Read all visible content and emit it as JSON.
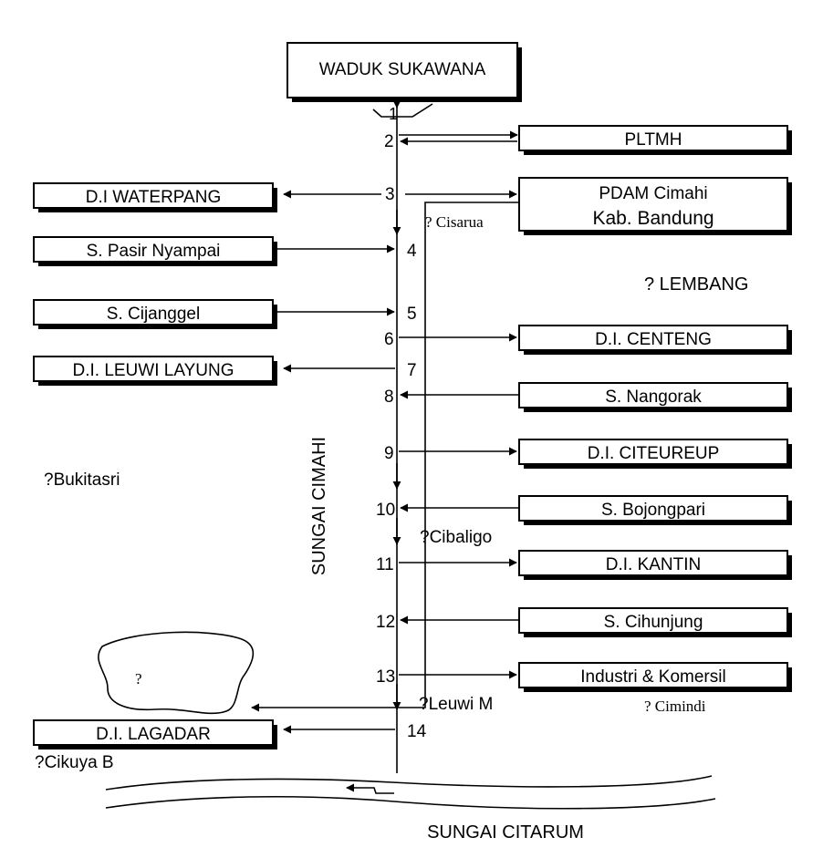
{
  "title": "WADUK SUKAWANA",
  "river_main": "SUNGAI CIMAHI",
  "river_outlet": "SUNGAI CITARUM",
  "nodes": [
    "1",
    "2",
    "3",
    "4",
    "5",
    "6",
    "7",
    "8",
    "9",
    "10",
    "11",
    "12",
    "13",
    "14"
  ],
  "boxes": {
    "pltmh": "PLTMH",
    "pdam_line1": "PDAM Cimahi",
    "pdam_line2": "Kab. Bandung",
    "waterpang": "D.I WATERPANG",
    "pasir_nyampai": "S. Pasir Nyampai",
    "cijanggel": "S. Cijanggel",
    "centeng": "D.I. CENTENG",
    "leuwi_layung": "D.I. LEUWI LAYUNG",
    "nangorak": "S. Nangorak",
    "citeureup": "D.I. CITEUREUP",
    "bojongpari": "S. Bojongpari",
    "kantin": "D.I. KANTIN",
    "cihunjung": "S. Cihunjung",
    "industri": "Industri & Komersil",
    "lagadar": "D.I. LAGADAR"
  },
  "places": {
    "cisarua": "? Cisarua",
    "lembang": "?  LEMBANG",
    "bukitasri": "?Bukitasri",
    "cibaligo": "?Cibaligo",
    "lake": "?",
    "leuwi_m": "?Leuwi M",
    "cimindi": "? Cimindi",
    "cikuya": "?Cikuya B"
  },
  "colors": {
    "ink": "#000000",
    "paper": "#ffffff"
  }
}
